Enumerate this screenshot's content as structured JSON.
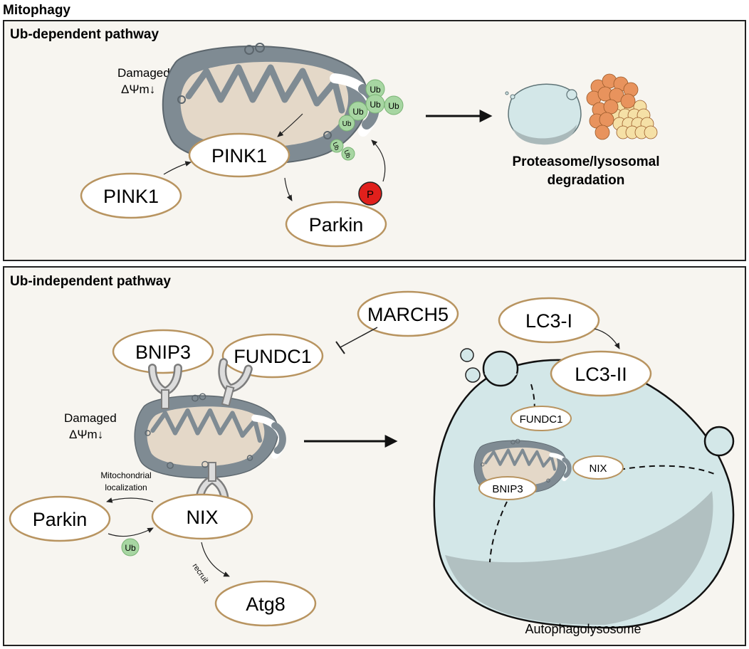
{
  "figure": {
    "title": "Mitophagy"
  },
  "panel_top": {
    "title": "Ub-dependent pathway",
    "damaged_line1": "Damaged",
    "damaged_line2": "ΔΨm↓",
    "pink1_mito": "PINK1",
    "pink1_cyto": "PINK1",
    "parkin": "Parkin",
    "phospho": "P",
    "ub": "Ub",
    "degradation_line1": "Proteasome/lysosomal",
    "degradation_line2": "degradation"
  },
  "panel_bottom": {
    "title": "Ub-independent pathway",
    "march5": "MARCH5",
    "bnip3": "BNIP3",
    "fundc1": "FUNDC1",
    "damaged_line1": "Damaged",
    "damaged_line2": "ΔΨm↓",
    "mito_loc_line1": "Mitochondrial",
    "mito_loc_line2": "localization",
    "parkin": "Parkin",
    "nix": "NIX",
    "ub": "Ub",
    "recruit": "recruit",
    "atg8": "Atg8",
    "lc3_1": "LC3-I",
    "lc3_2": "LC3-II",
    "inner_fundc1": "FUNDC1",
    "inner_nix": "NIX",
    "inner_bnip3": "BNIP3",
    "autophagolysosome": "Autophagolysosome"
  },
  "colors": {
    "panel_bg": "#f7f5f0",
    "oval_stroke": "#b89460",
    "mito_outer": "#7f8b93",
    "mito_inner": "#e4d8c8",
    "ub_green": "#a7d6a2",
    "phospho_red": "#e0201c",
    "lysosome": "#d3e7e8",
    "proteasome_orange": "#e8935d",
    "proteasome_yellow": "#f5e0a6"
  }
}
